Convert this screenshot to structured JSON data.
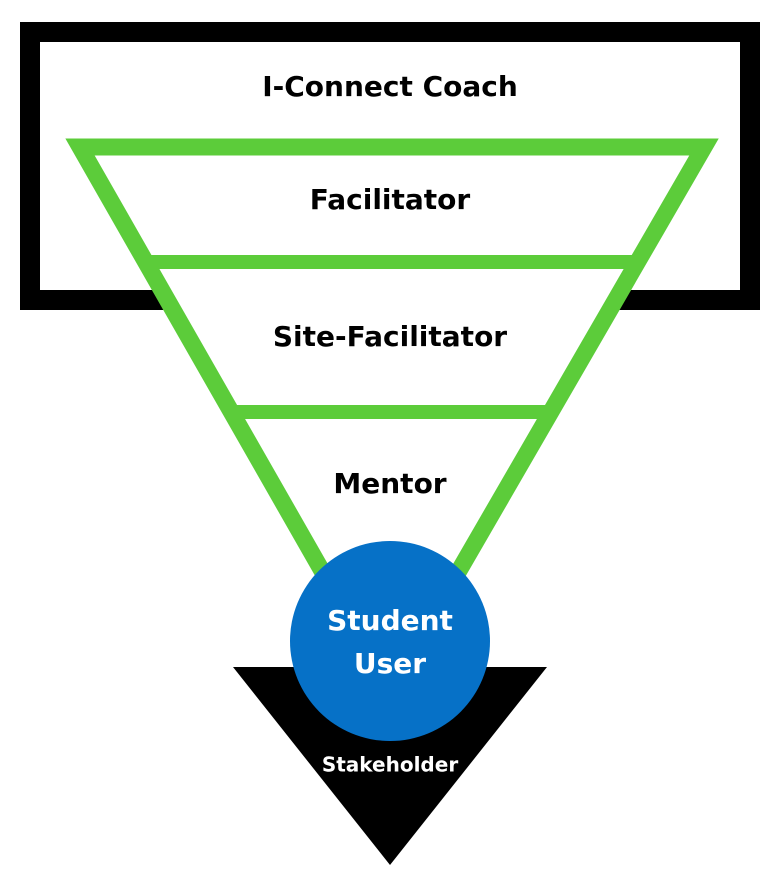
{
  "diagram": {
    "coach_label": "I-Connect Coach",
    "levels": [
      {
        "label": "Facilitator"
      },
      {
        "label": "Site-Facilitator"
      },
      {
        "label": "Mentor"
      }
    ],
    "student": {
      "line1": "Student",
      "line2": "User"
    },
    "stakeholder_label": "Stakeholder"
  },
  "colors": {
    "frame": "#000000",
    "funnel": "#5ccc3a",
    "circle": "#0671c7",
    "stakeholder": "#000000",
    "text_dark": "#000000",
    "text_light": "#ffffff"
  }
}
